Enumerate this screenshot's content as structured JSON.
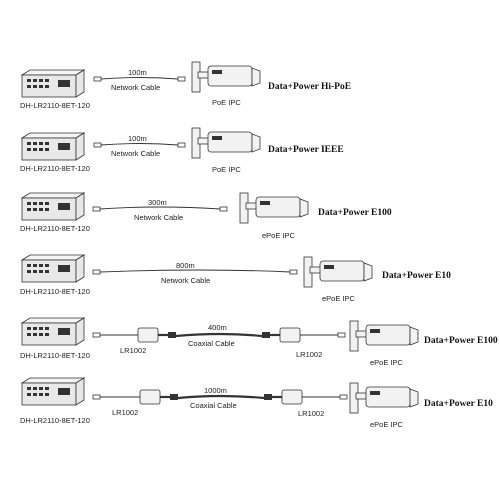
{
  "rows": [
    {
      "device": "DH-LR2110-8ET-120",
      "cable_length": "100m",
      "cable_type": "Network Cable",
      "camera": "PoE IPC",
      "mode": "Data+Power Hi-PoE",
      "extenders": false
    },
    {
      "device": "DH-LR2110-8ET-120",
      "cable_length": "100m",
      "cable_type": "Network Cable",
      "camera": "PoE IPC",
      "mode": "Data+Power IEEE",
      "extenders": false
    },
    {
      "device": "DH-LR2110-8ET-120",
      "cable_length": "300m",
      "cable_type": "Network Cable",
      "camera": "ePoE IPC",
      "mode": "Data+Power E100",
      "extenders": false
    },
    {
      "device": "DH-LR2110-8ET-120",
      "cable_length": "800m",
      "cable_type": "Network Cable",
      "camera": "ePoE IPC",
      "mode": "Data+Power E10",
      "extenders": false
    },
    {
      "device": "DH-LR2110-8ET-120",
      "cable_length": "400m",
      "cable_type": "Coaxial Cable",
      "camera": "ePoE IPC",
      "mode": "Data+Power E100",
      "extenders": true,
      "extender_left": "LR1002",
      "extender_right": "LR1002"
    },
    {
      "device": "DH-LR2110-8ET-120",
      "cable_length": "1000m",
      "cable_type": "Coaxial Cable",
      "camera": "ePoE IPC",
      "mode": "Data+Power E10",
      "extenders": true,
      "extender_left": "LR1002",
      "extender_right": "LR1002"
    }
  ]
}
